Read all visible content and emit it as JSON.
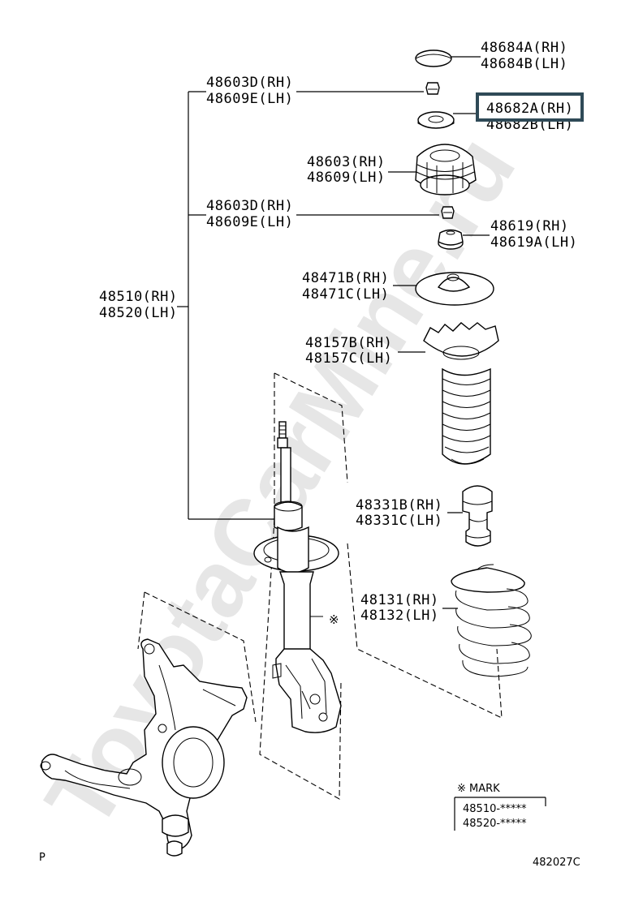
{
  "watermark": "ToyotaCarMine.ru",
  "labels": {
    "cap_rh": "48684A(RH)",
    "cap_lh": "48684B(LH)",
    "nut1_rh": "48603D(RH)",
    "nut1_lh": "48609E(LH)",
    "bearing_rh": "48682A(RH)",
    "bearing_lh": "48682B(LH)",
    "support_rh": "48603(RH)",
    "support_lh": "48609(LH)",
    "nut2_rh": "48603D(RH)",
    "nut2_lh": "48609E(LH)",
    "collar_rh": "48619(RH)",
    "collar_lh": "48619A(LH)",
    "seat_rh": "48471B(RH)",
    "seat_lh": "48471C(LH)",
    "strut_rh": "48510(RH)",
    "strut_lh": "48520(LH)",
    "insulator_rh": "48157B(RH)",
    "insulator_lh": "48157C(LH)",
    "bumper_rh": "48331B(RH)",
    "bumper_lh": "48331C(LH)",
    "spring_rh": "48131(RH)",
    "spring_lh": "48132(LH)"
  },
  "mark_symbol": "※",
  "mark_table": {
    "title": "※ MARK",
    "rows": [
      "48510-*****",
      "48520-*****"
    ]
  },
  "footer": {
    "left": "P",
    "right": "482027C"
  },
  "highlight_color": "#2f4a57"
}
